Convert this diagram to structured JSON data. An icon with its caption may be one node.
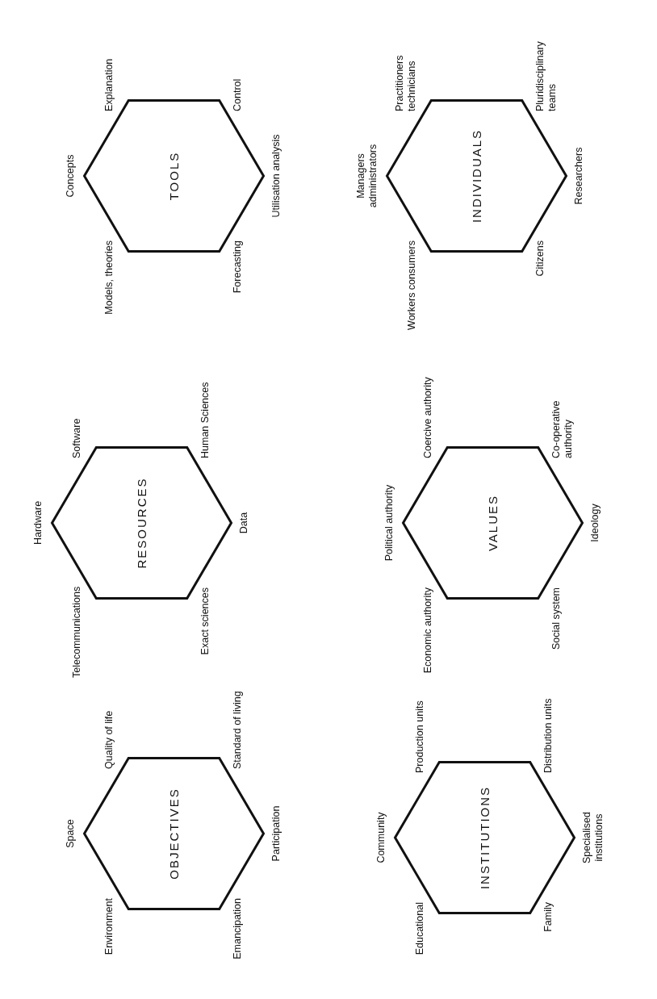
{
  "diagram": {
    "nodes": [
      {
        "text": [
          "OBJECTIVES"
        ],
        "beside": [
          "Space",
          "Environment",
          "Quality of life",
          "Emancipation",
          "Standard of living",
          "Participation"
        ]
      },
      {
        "text": [
          "RESOURCES"
        ],
        "beside": [
          "Hardware",
          "Telecommunications",
          "Software",
          "Exact sciences",
          "Human Sciences",
          "Data"
        ]
      },
      {
        "text": [
          "TOOLS"
        ],
        "beside": [
          "Concepts",
          "Models, theories",
          "Explanation",
          "Forecasting",
          "Control",
          "Utilisation analysis"
        ]
      },
      {
        "text": [
          "INSTITUTIONS"
        ],
        "beside": [
          "Community",
          "Educational",
          "Production units",
          "Family",
          "Distribution units",
          "Specialised institutions"
        ]
      },
      {
        "text": [
          "VALUES"
        ],
        "beside": [
          "Political authority",
          "Economic authority",
          "Coercive authority",
          "Social system",
          "Co-operative authority",
          "Ideology"
        ]
      },
      {
        "text": [
          "INDIVIDUALS"
        ],
        "beside": [
          "Managers administrators",
          "Workers consumers",
          "Practitioners technicians",
          "Citizens",
          "Pluridisciplinary teams",
          "Researchers"
        ]
      }
    ]
  }
}
